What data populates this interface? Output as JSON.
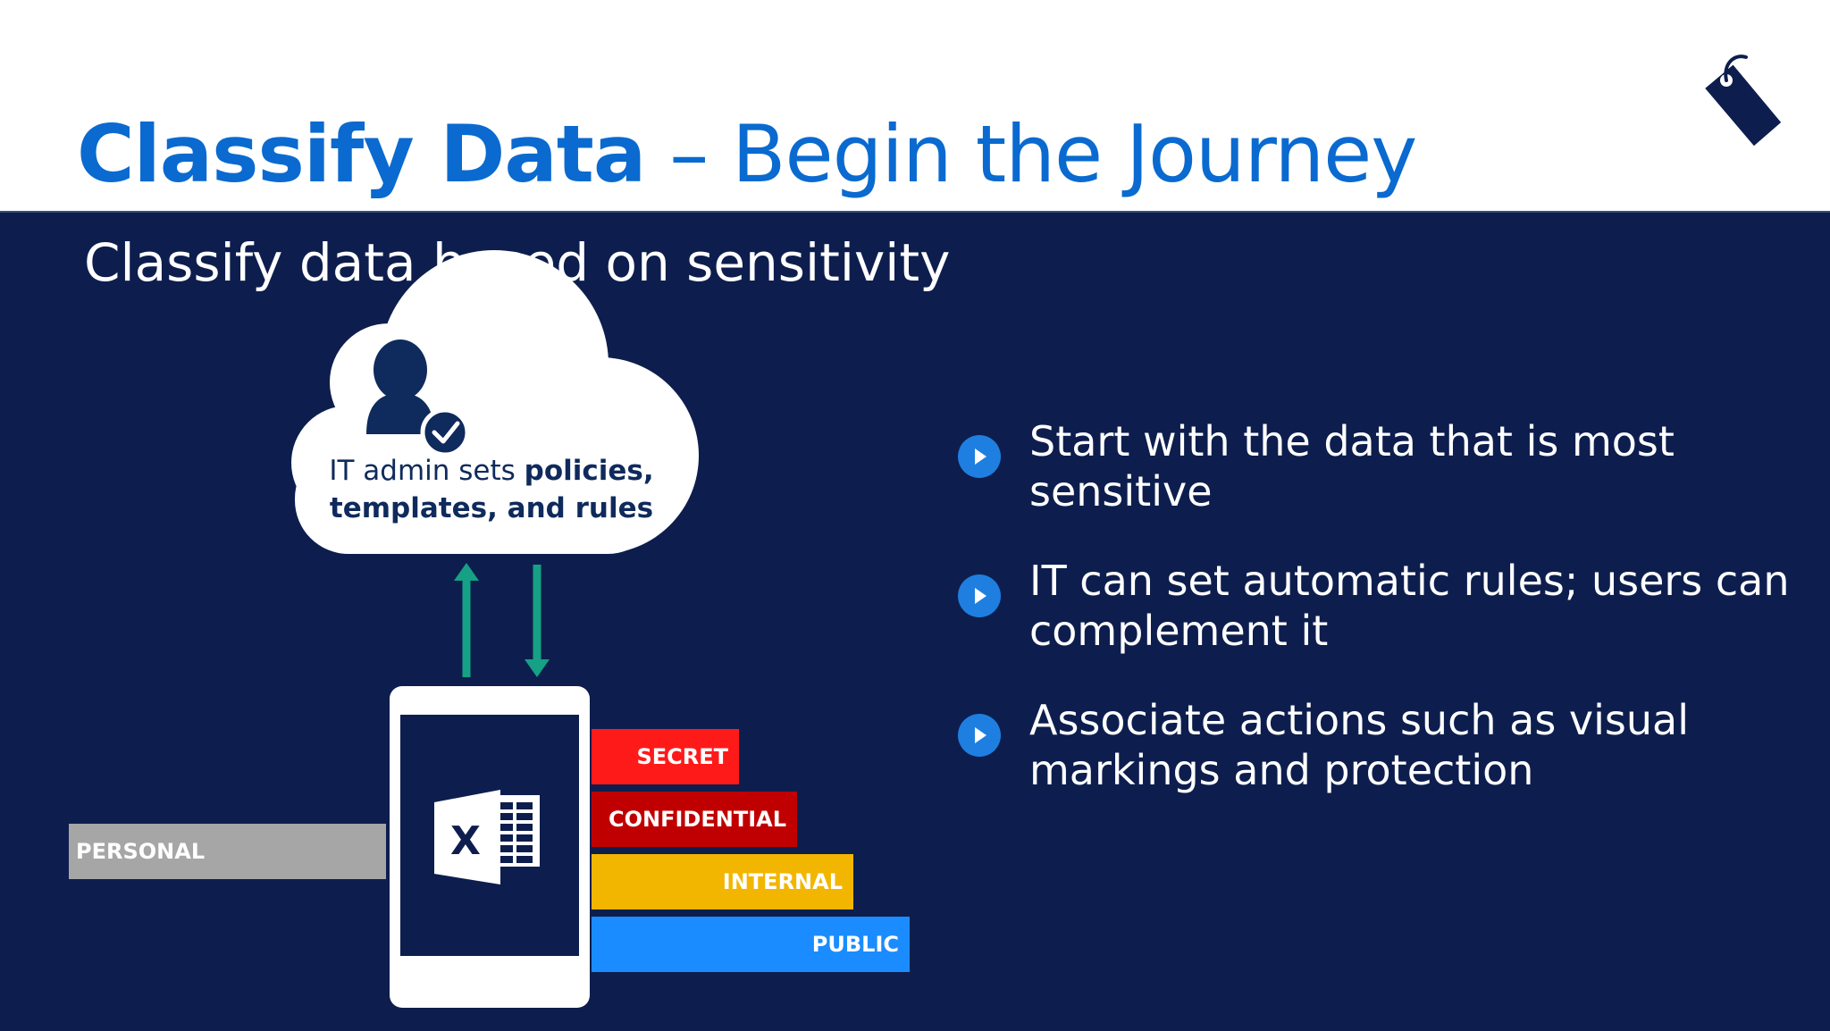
{
  "header": {
    "title_bold": "Classify Data",
    "title_rest": " – Begin the Journey",
    "icon": "tag-icon",
    "accent_color": "#0a6ad0"
  },
  "panel": {
    "background_color": "#0d1e4e",
    "subtitle": "Classify data based on sensitivity"
  },
  "diagram": {
    "cloud": {
      "icon": "admin-user-check-icon",
      "text_normal": "IT admin sets ",
      "text_bold": "policies, templates, and rules"
    },
    "arrows": [
      "arrow-up-icon",
      "arrow-down-icon"
    ],
    "device": {
      "icon": "excel-icon"
    },
    "levels": {
      "personal": {
        "label": "PERSONAL",
        "color": "#a6a6a6"
      },
      "secret": {
        "label": "SECRET",
        "color": "#ff1a1a"
      },
      "confidential": {
        "label": "CONFIDENTIAL",
        "color": "#c00000"
      },
      "internal": {
        "label": "INTERNAL",
        "color": "#f2b600"
      },
      "public": {
        "label": "PUBLIC",
        "color": "#1a8cff"
      }
    }
  },
  "bullets": [
    {
      "text": "Start with the data that is most sensitive",
      "icon": "play-circle-icon"
    },
    {
      "text": "IT can set automatic rules; users can complement it",
      "icon": "play-circle-icon"
    },
    {
      "text": "Associate actions such as visual markings and protection",
      "icon": "play-circle-icon"
    }
  ]
}
